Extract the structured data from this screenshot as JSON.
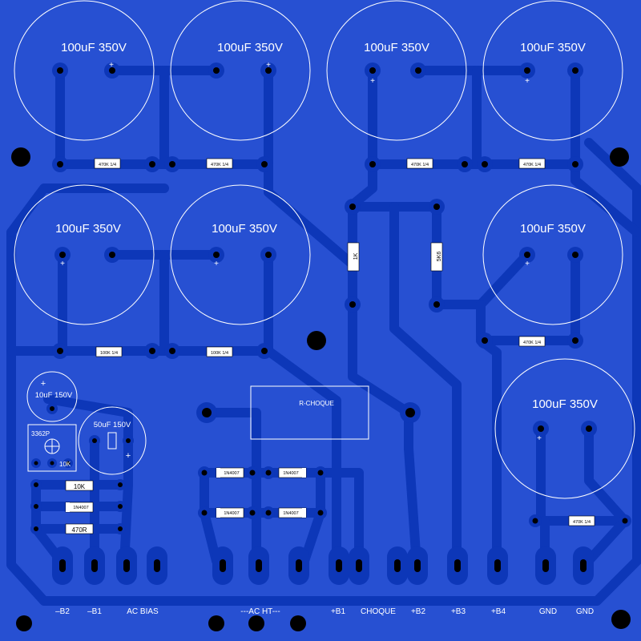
{
  "board": {
    "background": "#2750d2",
    "trace_color": "#0d37b8",
    "silk_color": "#ffffff"
  },
  "capacitors": {
    "c1": "100uF 350V",
    "c2": "100uF 350V",
    "c3": "100uF 350V",
    "c4": "100uF 350V",
    "c5": "100uF 350V",
    "c6": "100uF 350V",
    "c7": "100uF 350V",
    "c8": "100uF 350V",
    "c_small1": "10uF 150V",
    "c_small2": "50uF 150V"
  },
  "resistors": {
    "r470k": "470K 1/4",
    "r100k": "100K 1/4",
    "r1k": "1K",
    "r5k6": "5K6",
    "r10k": "10K",
    "r470": "470R"
  },
  "diodes": {
    "d_left": "1N4007",
    "d_right": "1N4007"
  },
  "trimmer": {
    "model": "3362P",
    "value": "10K"
  },
  "choke": {
    "label": "R-CHOQUE"
  },
  "polarity": {
    "plus": "+"
  },
  "connectors": {
    "neg_b2": "–B2",
    "neg_b1": "–B1",
    "ac_bias": "AC BIAS",
    "ac_ht": "---AC HT---",
    "pos_b1": "+B1",
    "choque": "CHOQUE",
    "pos_b2": "+B2",
    "pos_b3": "+B3",
    "pos_b4": "+B4",
    "gnd1": "GND",
    "gnd2": "GND"
  }
}
